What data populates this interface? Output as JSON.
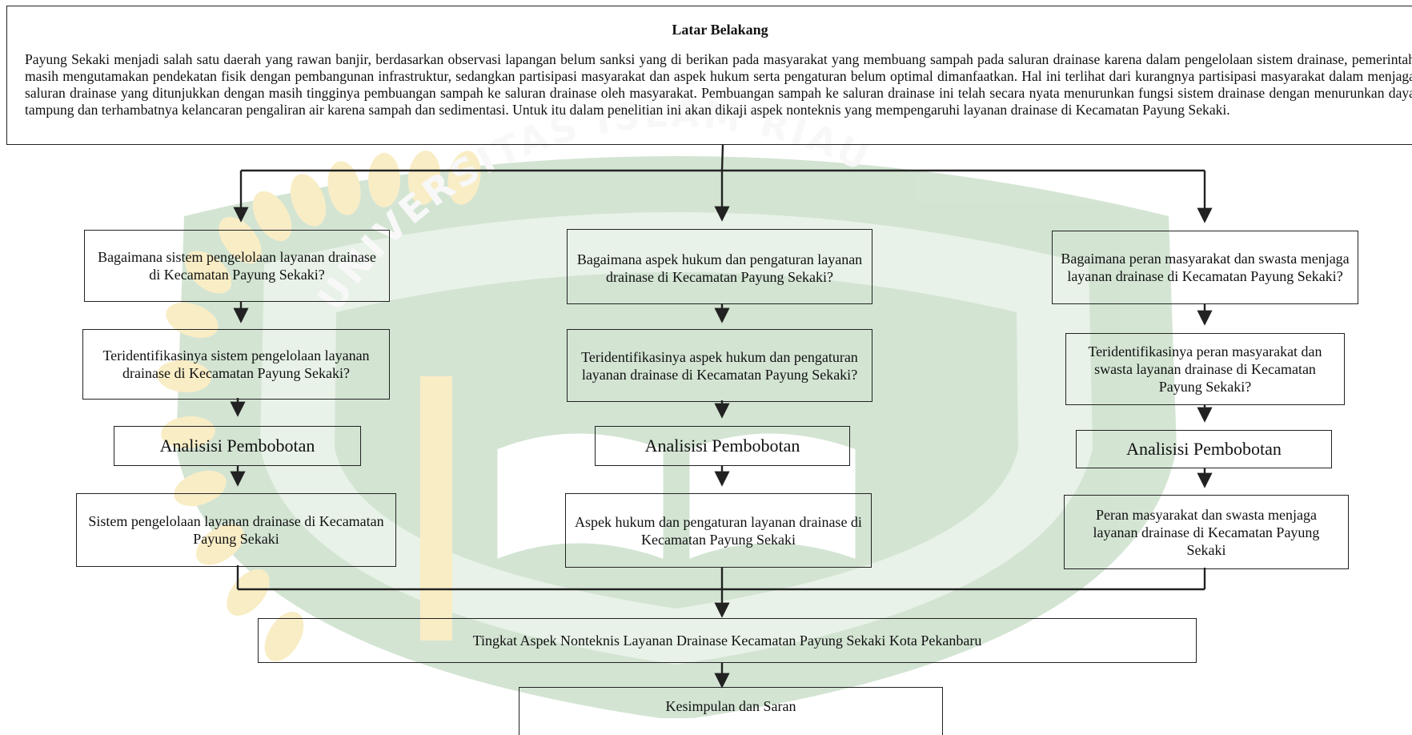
{
  "latar_belakang": {
    "title": "Latar Belakang",
    "text": "Payung Sekaki menjadi salah satu daerah yang rawan banjir, berdasarkan observasi lapangan belum sanksi yang di berikan pada masyarakat yang membuang sampah pada saluran drainase karena dalam pengelolaan sistem drainase, pemerintah masih mengutamakan pendekatan fisik dengan pembangunan infrastruktur, sedangkan partisipasi masyarakat dan  aspek hukum serta  pengaturan belum optimal dimanfaatkan. Hal ini terlihat dari kurangnya partisipasi masyarakat dalam menjaga saluran drainase yang ditunjukkan dengan masih tingginya pembuangan sampah ke saluran drainase oleh masyarakat. Pembuangan sampah ke saluran drainase ini telah secara nyata menurunkan fungsi sistem drainase dengan menurunkan daya tampung dan terhambatnya kelancaran pengaliran air karena sampah dan sedimentasi. Untuk itu dalam penelitian ini akan dikaji aspek  nonteknis yang mempengaruhi layanan drainase di Kecamatan Payung Sekaki."
  },
  "columns": [
    {
      "question": "Bagaimana sistem pengelolaan layanan drainase di Kecamatan Payung Sekaki?",
      "identification": "Teridentifikasinya sistem pengelolaan layanan drainase di Kecamatan Payung Sekaki?",
      "analysis": "Analisisi Pembobotan",
      "result": "Sistem pengelolaan layanan drainase di Kecamatan Payung Sekaki"
    },
    {
      "question": "Bagaimana aspek hukum dan pengaturan layanan drainase di Kecamatan Payung Sekaki?",
      "identification": "Teridentifikasinya aspek hukum dan pengaturan layanan drainase di Kecamatan Payung Sekaki?",
      "analysis": "Analisisi Pembobotan",
      "result": "Aspek hukum dan pengaturan layanan drainase di Kecamatan Payung Sekaki"
    },
    {
      "question": "Bagaimana peran masyarakat dan swasta menjaga layanan drainase di Kecamatan Payung Sekaki?",
      "identification": "Teridentifikasinya peran masyarakat dan swasta layanan drainase di Kecamatan Payung Sekaki?",
      "analysis": "Analisisi Pembobotan",
      "result": "Peran masyarakat dan swasta menjaga layanan drainase di Kecamatan Payung Sekaki"
    }
  ],
  "synthesis": "Tingkat Aspek Nonteknis Layanan Drainase Kecamatan Payung Sekaki Kota Pekanbaru",
  "conclusion": "Kesimpulan dan Saran",
  "watermark": {
    "text": "UNIVERSITAS ISLAM RIAU",
    "colors": {
      "green": "#3c8a3c",
      "gold": "#e8b200",
      "lightGreen": "#8fc08f"
    }
  },
  "colors": {
    "stroke": "#222222",
    "text": "#111111"
  }
}
